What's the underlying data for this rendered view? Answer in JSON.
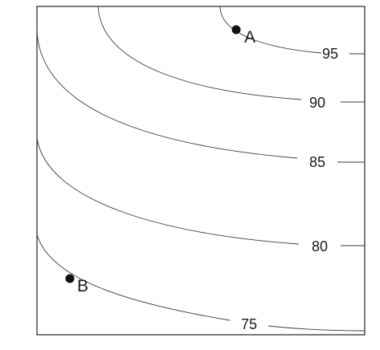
{
  "contours": [
    {
      "value": "95"
    },
    {
      "value": "90"
    },
    {
      "value": "85"
    },
    {
      "value": "80"
    },
    {
      "value": "75"
    }
  ],
  "points": [
    {
      "label": "A"
    },
    {
      "label": "B"
    }
  ]
}
